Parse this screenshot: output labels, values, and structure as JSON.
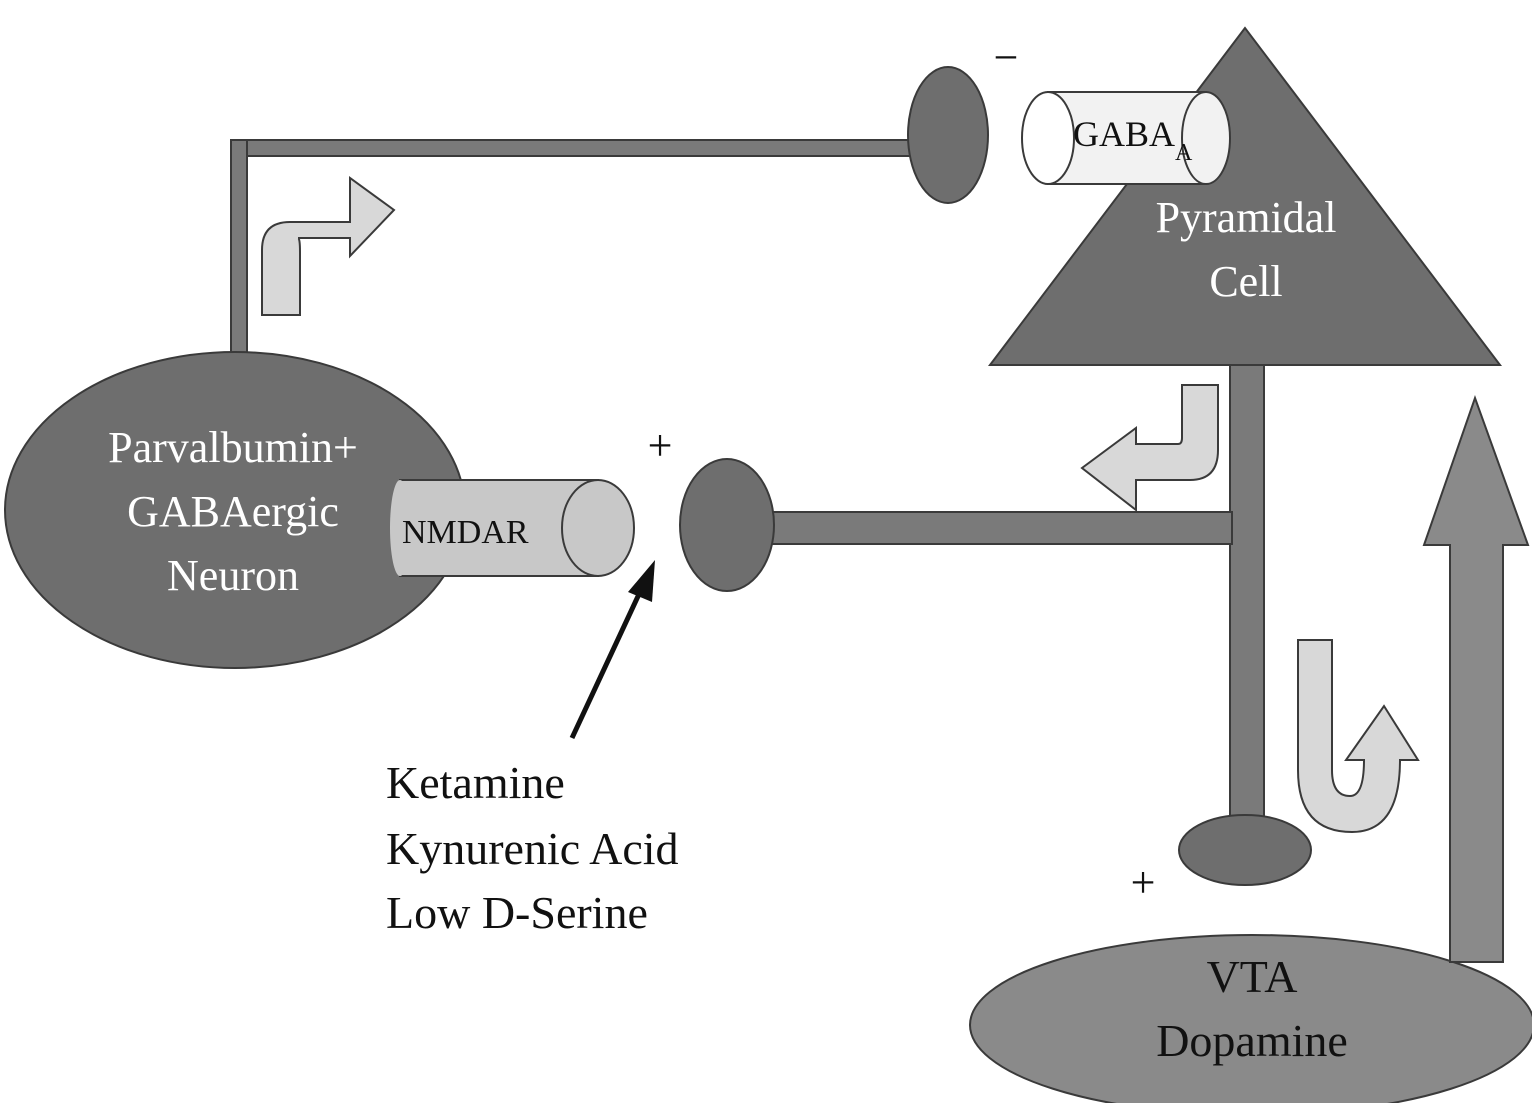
{
  "diagram": {
    "labels": {
      "pv_line1": "Parvalbumin+",
      "pv_line2": "GABAergic",
      "pv_line3": "Neuron",
      "nmdar": "NMDAR",
      "gaba_main": "GABA",
      "gaba_sub": "A",
      "pyramidal_line1": "Pyramidal",
      "pyramidal_line2": "Cell",
      "vta_line1": "VTA",
      "vta_line2": "Dopamine",
      "sign_minus": "−",
      "sign_plus_nmdar": "+",
      "sign_plus_vta": "+",
      "agent_line1": "Ketamine",
      "agent_line2": "Kynurenic Acid",
      "agent_line3": "Low D-Serine"
    },
    "colors": {
      "dark": "#6e6e6e",
      "medium": "#8a8a8a",
      "light": "#c8c8c8",
      "pale": "#dcdcdc",
      "outline": "#3a3a3a",
      "text_light": "#ffffff",
      "text_dark": "#111111"
    }
  }
}
